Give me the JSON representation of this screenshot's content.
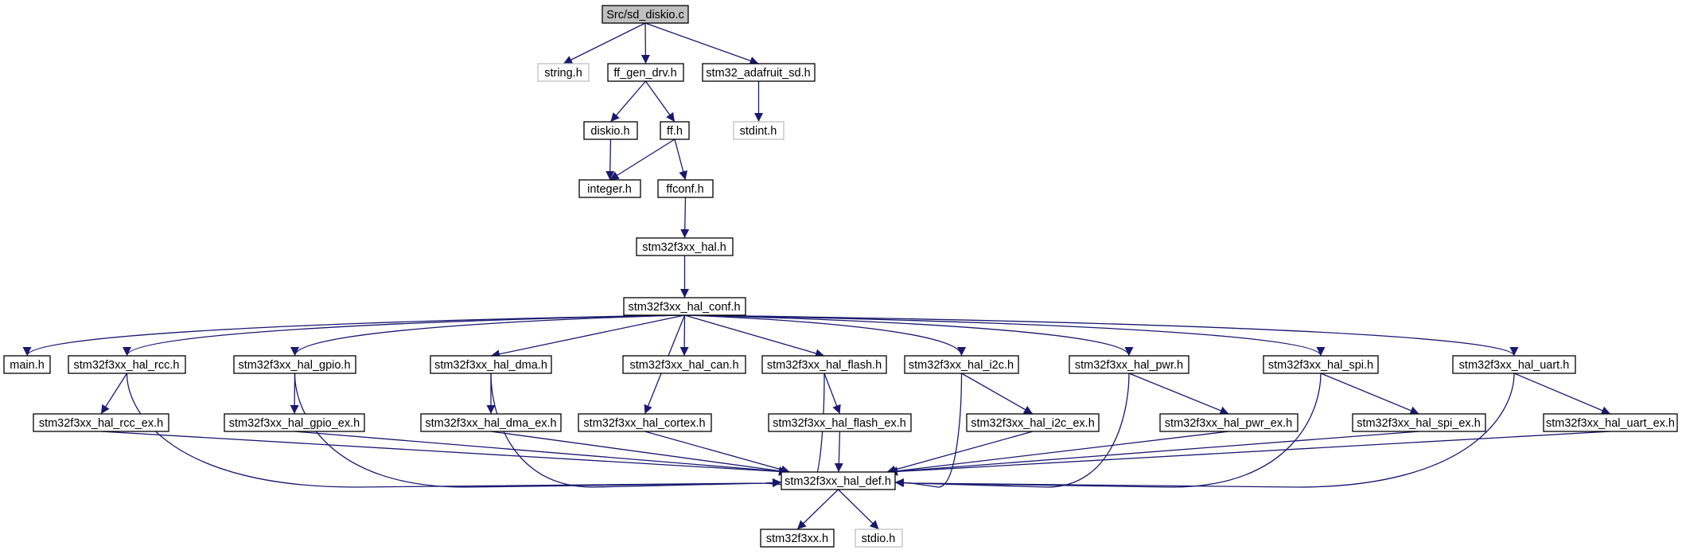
{
  "colors": {
    "edge": "#191970",
    "node_border": "#000000",
    "node_border_external": "#bfbfbf",
    "root_fill": "#bfbfbf",
    "node_fill": "#ffffff",
    "text": "#000000"
  },
  "nodes": [
    {
      "id": "n_root",
      "label": "Src/sd_diskio.c",
      "root": true
    },
    {
      "id": "n_string",
      "label": "string.h",
      "external": true
    },
    {
      "id": "n_ffgendrv",
      "label": "ff_gen_drv.h"
    },
    {
      "id": "n_adafruit",
      "label": "stm32_adafruit_sd.h"
    },
    {
      "id": "n_diskio",
      "label": "diskio.h"
    },
    {
      "id": "n_ff",
      "label": "ff.h"
    },
    {
      "id": "n_stdint",
      "label": "stdint.h",
      "external": true
    },
    {
      "id": "n_integer",
      "label": "integer.h"
    },
    {
      "id": "n_ffconf",
      "label": "ffconf.h"
    },
    {
      "id": "n_hal",
      "label": "stm32f3xx_hal.h"
    },
    {
      "id": "n_halconf",
      "label": "stm32f3xx_hal_conf.h"
    },
    {
      "id": "n_main",
      "label": "main.h"
    },
    {
      "id": "n_rcc",
      "label": "stm32f3xx_hal_rcc.h"
    },
    {
      "id": "n_gpio",
      "label": "stm32f3xx_hal_gpio.h"
    },
    {
      "id": "n_dma",
      "label": "stm32f3xx_hal_dma.h"
    },
    {
      "id": "n_can",
      "label": "stm32f3xx_hal_can.h"
    },
    {
      "id": "n_flash",
      "label": "stm32f3xx_hal_flash.h"
    },
    {
      "id": "n_i2c",
      "label": "stm32f3xx_hal_i2c.h"
    },
    {
      "id": "n_pwr",
      "label": "stm32f3xx_hal_pwr.h"
    },
    {
      "id": "n_spi",
      "label": "stm32f3xx_hal_spi.h"
    },
    {
      "id": "n_uart",
      "label": "stm32f3xx_hal_uart.h"
    },
    {
      "id": "n_rccex",
      "label": "stm32f3xx_hal_rcc_ex.h"
    },
    {
      "id": "n_gpioex",
      "label": "stm32f3xx_hal_gpio_ex.h"
    },
    {
      "id": "n_dmaex",
      "label": "stm32f3xx_hal_dma_ex.h"
    },
    {
      "id": "n_cortex",
      "label": "stm32f3xx_hal_cortex.h"
    },
    {
      "id": "n_flashex",
      "label": "stm32f3xx_hal_flash_ex.h"
    },
    {
      "id": "n_i2cex",
      "label": "stm32f3xx_hal_i2c_ex.h"
    },
    {
      "id": "n_pwrex",
      "label": "stm32f3xx_hal_pwr_ex.h"
    },
    {
      "id": "n_spiex",
      "label": "stm32f3xx_hal_spi_ex.h"
    },
    {
      "id": "n_uartex",
      "label": "stm32f3xx_hal_uart_ex.h"
    },
    {
      "id": "n_def",
      "label": "stm32f3xx_hal_def.h"
    },
    {
      "id": "n_stm32f3xx",
      "label": "stm32f3xx.h"
    },
    {
      "id": "n_stdio",
      "label": "stdio.h",
      "external": true
    }
  ],
  "edges": [
    {
      "from": "n_root",
      "to": "n_string"
    },
    {
      "from": "n_root",
      "to": "n_ffgendrv"
    },
    {
      "from": "n_root",
      "to": "n_adafruit"
    },
    {
      "from": "n_ffgendrv",
      "to": "n_diskio"
    },
    {
      "from": "n_ffgendrv",
      "to": "n_ff"
    },
    {
      "from": "n_adafruit",
      "to": "n_stdint"
    },
    {
      "from": "n_diskio",
      "to": "n_integer"
    },
    {
      "from": "n_ff",
      "to": "n_integer"
    },
    {
      "from": "n_ff",
      "to": "n_ffconf"
    },
    {
      "from": "n_ffconf",
      "to": "n_hal"
    },
    {
      "from": "n_hal",
      "to": "n_halconf"
    },
    {
      "from": "n_halconf",
      "to": "n_main"
    },
    {
      "from": "n_halconf",
      "to": "n_rcc"
    },
    {
      "from": "n_halconf",
      "to": "n_gpio"
    },
    {
      "from": "n_halconf",
      "to": "n_dma"
    },
    {
      "from": "n_halconf",
      "to": "n_cortex"
    },
    {
      "from": "n_halconf",
      "to": "n_can"
    },
    {
      "from": "n_halconf",
      "to": "n_flash"
    },
    {
      "from": "n_halconf",
      "to": "n_i2c"
    },
    {
      "from": "n_halconf",
      "to": "n_pwr"
    },
    {
      "from": "n_halconf",
      "to": "n_spi"
    },
    {
      "from": "n_halconf",
      "to": "n_uart"
    },
    {
      "from": "n_rcc",
      "to": "n_rccex"
    },
    {
      "from": "n_rcc",
      "to": "n_def"
    },
    {
      "from": "n_rccex",
      "to": "n_def"
    },
    {
      "from": "n_gpio",
      "to": "n_gpioex"
    },
    {
      "from": "n_gpio",
      "to": "n_def"
    },
    {
      "from": "n_gpioex",
      "to": "n_def"
    },
    {
      "from": "n_dma",
      "to": "n_dmaex"
    },
    {
      "from": "n_dma",
      "to": "n_def"
    },
    {
      "from": "n_dmaex",
      "to": "n_def"
    },
    {
      "from": "n_cortex",
      "to": "n_def"
    },
    {
      "from": "n_flash",
      "to": "n_flashex"
    },
    {
      "from": "n_flash",
      "to": "n_def"
    },
    {
      "from": "n_flashex",
      "to": "n_def"
    },
    {
      "from": "n_i2c",
      "to": "n_i2cex"
    },
    {
      "from": "n_i2c",
      "to": "n_def"
    },
    {
      "from": "n_i2cex",
      "to": "n_def"
    },
    {
      "from": "n_pwr",
      "to": "n_pwrex"
    },
    {
      "from": "n_pwr",
      "to": "n_def"
    },
    {
      "from": "n_pwrex",
      "to": "n_def"
    },
    {
      "from": "n_spi",
      "to": "n_spiex"
    },
    {
      "from": "n_spi",
      "to": "n_def"
    },
    {
      "from": "n_spiex",
      "to": "n_def"
    },
    {
      "from": "n_uart",
      "to": "n_uartex"
    },
    {
      "from": "n_uart",
      "to": "n_def"
    },
    {
      "from": "n_uartex",
      "to": "n_def"
    },
    {
      "from": "n_def",
      "to": "n_stm32f3xx"
    },
    {
      "from": "n_def",
      "to": "n_stdio"
    }
  ]
}
